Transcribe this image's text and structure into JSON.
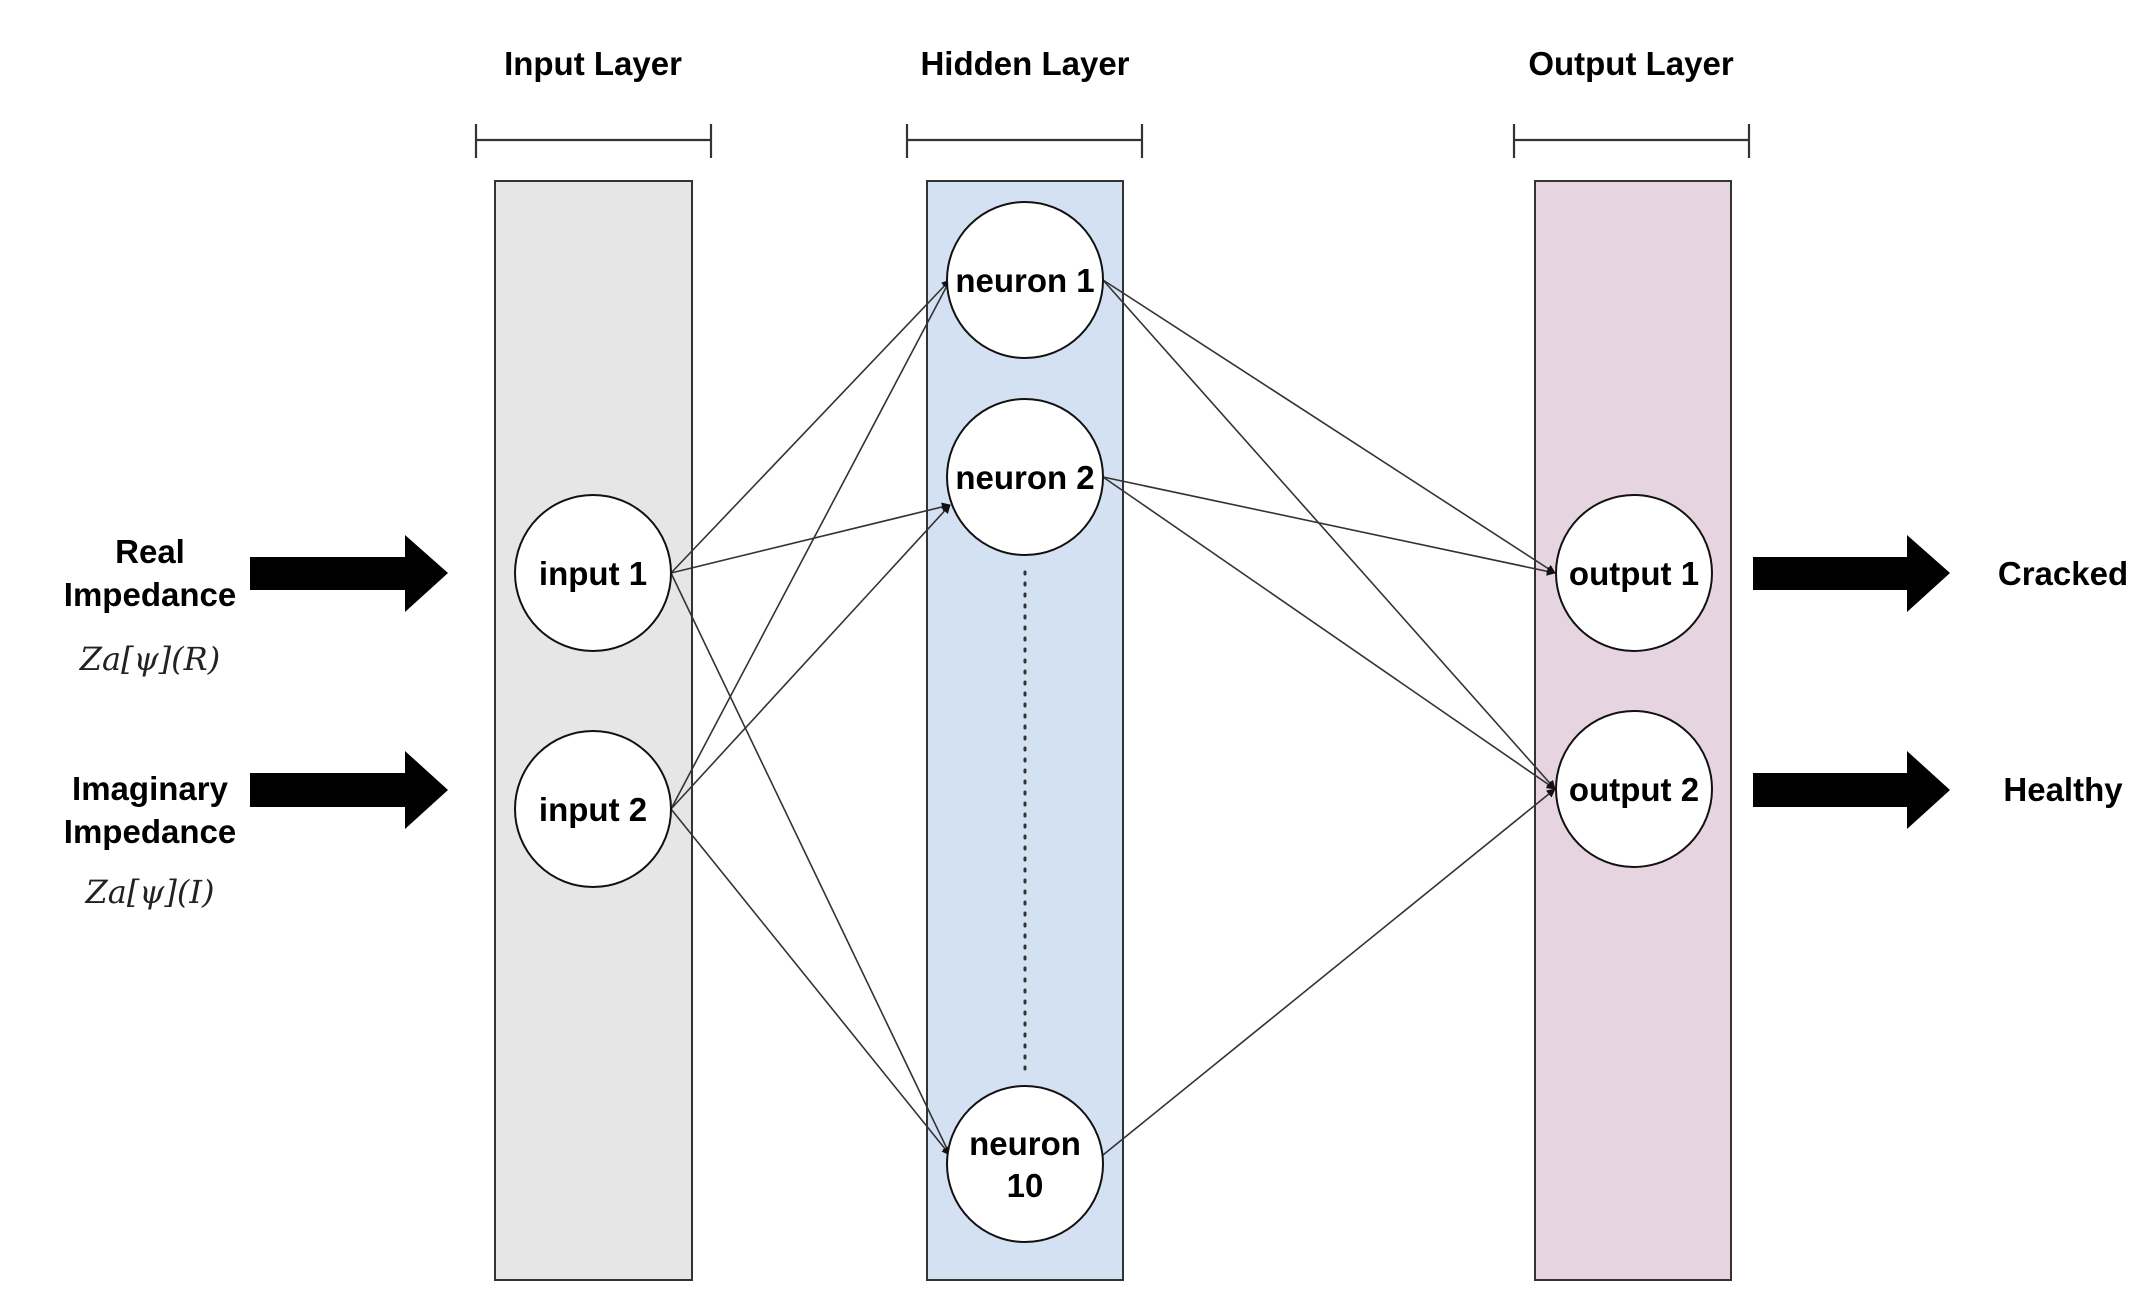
{
  "layers": {
    "input": {
      "title": "Input Layer",
      "color": "#e6e6e6"
    },
    "hidden": {
      "title": "Hidden Layer",
      "color": "#d4e1f3"
    },
    "output": {
      "title": "Output Layer",
      "color": "#e6d4e0"
    }
  },
  "inputs": [
    {
      "label": "input 1"
    },
    {
      "label": "input 2"
    }
  ],
  "neurons": [
    {
      "label": "neuron 1"
    },
    {
      "label": "neuron 2"
    },
    {
      "label_line1": "neuron",
      "label_line2": "10"
    }
  ],
  "outputs": [
    {
      "label": "output 1"
    },
    {
      "label": "output 2"
    }
  ],
  "left_labels": {
    "real": {
      "line1": "Real",
      "line2": "Impedance",
      "formula": "Za[ψ](R)"
    },
    "imaginary": {
      "line1": "Imaginary",
      "line2": "Impedance",
      "formula": "Za[ψ](I)"
    }
  },
  "right_labels": {
    "cracked": "Cracked",
    "healthy": "Healthy"
  },
  "icons": {
    "arrow_in": "thick-right-arrow",
    "arrow_out": "thick-right-arrow",
    "layer_bracket": "bracket"
  }
}
